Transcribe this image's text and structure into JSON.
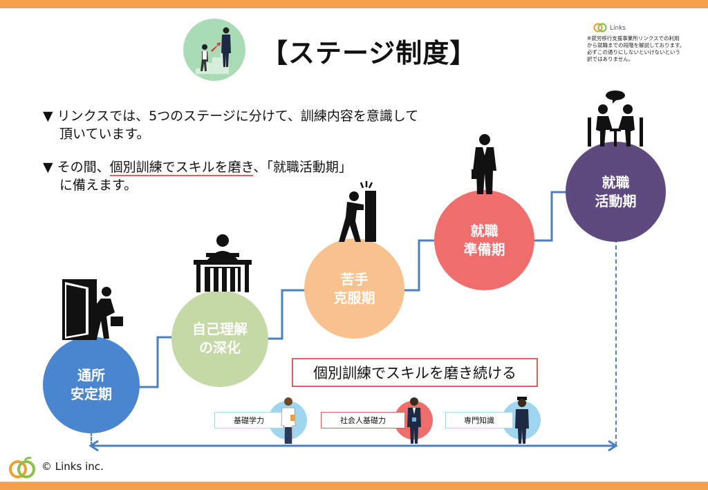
{
  "header": {
    "title": "【ステージ制度】",
    "logo_text": "Links",
    "note_lines": [
      "※就労移行支援事業所リンクスでの利用",
      "から就職までの段階を解説しております。",
      "必ずこの通りにしないといけないという",
      "訳ではありません。"
    ]
  },
  "bullets": {
    "b1_line1": "▼ リンクスでは、5つのステージに分けて、訓練内容を意識して",
    "b1_line2": "頂いています。",
    "b2_pre": "▼ その間、",
    "b2_underlined": "個別訓練でスキルを磨き",
    "b2_post": "、「就職活動期」",
    "b2_line2": "に備えます。"
  },
  "stages": [
    {
      "label": "通所\n安定期",
      "color": "#4a86cf",
      "icon": "door-entry-icon"
    },
    {
      "label": "自己理解\nの深化",
      "color": "#c5d9a6",
      "icon": "desk-worker-icon"
    },
    {
      "label": "苦手\n克服期",
      "color": "#f7c28e",
      "icon": "wall-push-icon"
    },
    {
      "label": "就職\n準備期",
      "color": "#ef6e6b",
      "icon": "businessman-icon"
    },
    {
      "label": "就職\n活動期",
      "color": "#5e4a7e",
      "icon": "interview-icon"
    }
  ],
  "banner": "個別訓練でスキルを磨き続ける",
  "skills": [
    {
      "label": "基礎学力",
      "circle_color": "#9fd5ef",
      "border": "#a6d8ec"
    },
    {
      "label": "社会人基礎力",
      "circle_color": "#ef6e6b",
      "border": "#e06060"
    },
    {
      "label": "専門知識",
      "circle_color": "#9fd5ef",
      "border": "#a6d8ec"
    }
  ],
  "footer": {
    "copyright": "© Links inc."
  },
  "colors": {
    "accent_orange": "#f5a04a",
    "connector_blue": "#4a7fc1",
    "underline_red": "#e06060"
  }
}
